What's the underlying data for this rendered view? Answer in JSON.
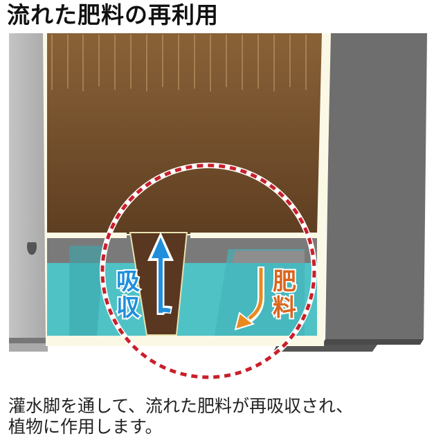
{
  "header": {
    "title": "流れた肥料の再利用"
  },
  "diagram": {
    "label_absorb": "吸収",
    "label_fertilizer": "肥料",
    "colors": {
      "soil_top": "#8a6238",
      "soil_bottom": "#5e3e21",
      "water": "#4fc2c6",
      "absorb_arrow": "#1f8fdb",
      "fertilizer_arrow": "#e98a1f",
      "fertilizer_text": "#d9661e",
      "circle_dash": "#c8202a",
      "left_panel": "#b8b8b8",
      "right_panel": "#6e6e6e",
      "frame": "#fbf8e6"
    }
  },
  "caption": {
    "line1": "灌水脚を通して、流れた肥料が再吸収され、",
    "line2": "植物に作用します。"
  }
}
